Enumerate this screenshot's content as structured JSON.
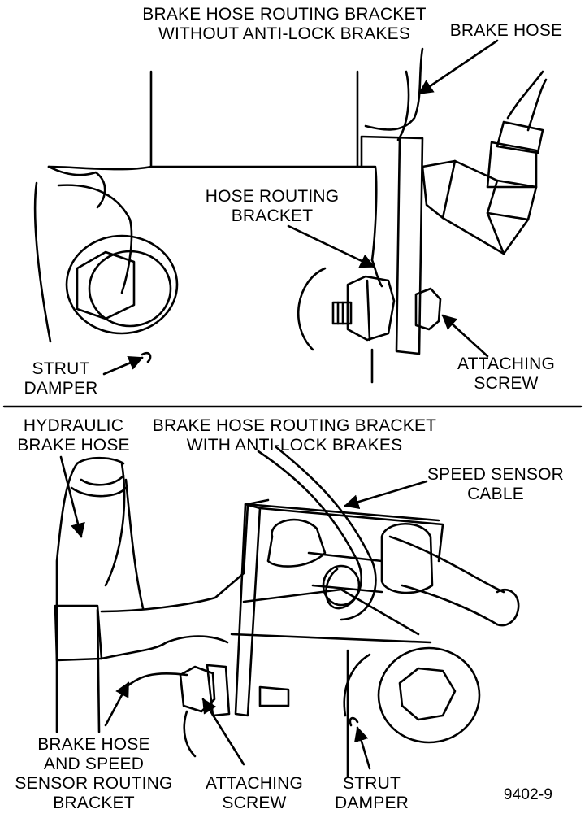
{
  "top_panel": {
    "title_line1": "BRAKE HOSE ROUTING BRACKET",
    "title_line2": "WITHOUT ANTI-LOCK BRAKES",
    "brake_hose": "BRAKE HOSE",
    "hose_routing_line1": "HOSE ROUTING",
    "hose_routing_line2": "BRACKET",
    "strut_line1": "STRUT",
    "strut_line2": "DAMPER",
    "attaching_line1": "ATTACHING",
    "attaching_line2": "SCREW"
  },
  "bottom_panel": {
    "hydraulic_line1": "HYDRAULIC",
    "hydraulic_line2": "BRAKE HOSE",
    "title_line1": "BRAKE HOSE ROUTING BRACKET",
    "title_line2": "WITH ANTI-LOCK BRAKES",
    "speed_line1": "SPEED SENSOR",
    "speed_line2": "CABLE",
    "bh_line1": "BRAKE HOSE",
    "bh_line2": "AND SPEED",
    "bh_line3": "SENSOR ROUTING",
    "bh_line4": "BRACKET",
    "attaching_line1": "ATTACHING",
    "attaching_line2": "SCREW",
    "strut_line1": "STRUT",
    "strut_line2": "DAMPER",
    "figure_number": "9402-9"
  },
  "colors": {
    "ink": "#000000",
    "paper": "#ffffff"
  }
}
